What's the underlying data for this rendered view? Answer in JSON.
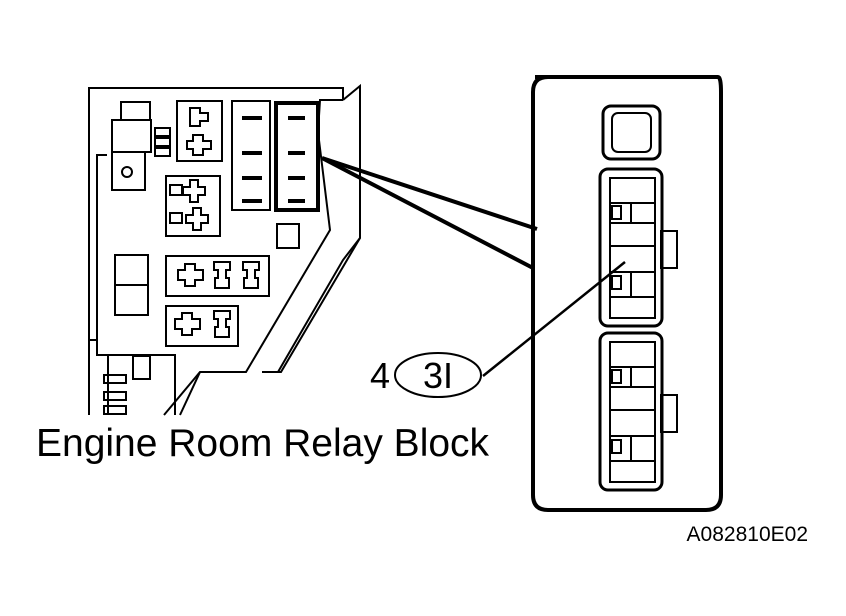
{
  "caption": "Engine Room Relay Block",
  "connector": {
    "pin_number": "4",
    "connector_code": "3I"
  },
  "figure_code": "A082810E02",
  "colors": {
    "line": "#000000",
    "background": "#ffffff"
  }
}
